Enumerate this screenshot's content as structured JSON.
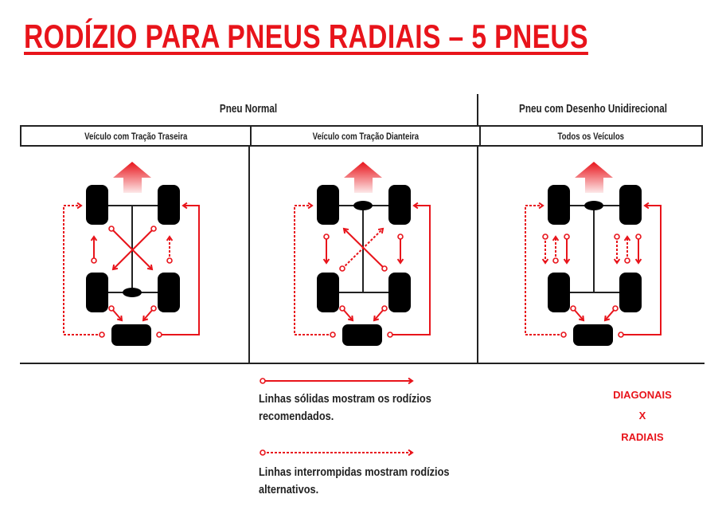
{
  "title": "RODÍZIO PARA PNEUS RADIAIS – 5 PNEUS",
  "headers": {
    "normal": "Pneu Normal",
    "unidirectional": "Pneu com Desenho Unidirecional"
  },
  "columns": [
    "Veículo com Tração Traseira",
    "Veículo com Tração Dianteira",
    "Todos os Veículos"
  ],
  "legend": {
    "solid_line1": "Linhas sólidas mostram os rodízios",
    "solid_line2": "recomendados.",
    "dashed_line1": "Linhas interrompidas mostram rodízios",
    "dashed_line2": "alternativos."
  },
  "note": {
    "line1": "DIAGONAIS",
    "line2": "X",
    "line3": "RADIAIS"
  },
  "colors": {
    "accent": "#e8141b",
    "tire": "#000000",
    "line": "#222222"
  }
}
